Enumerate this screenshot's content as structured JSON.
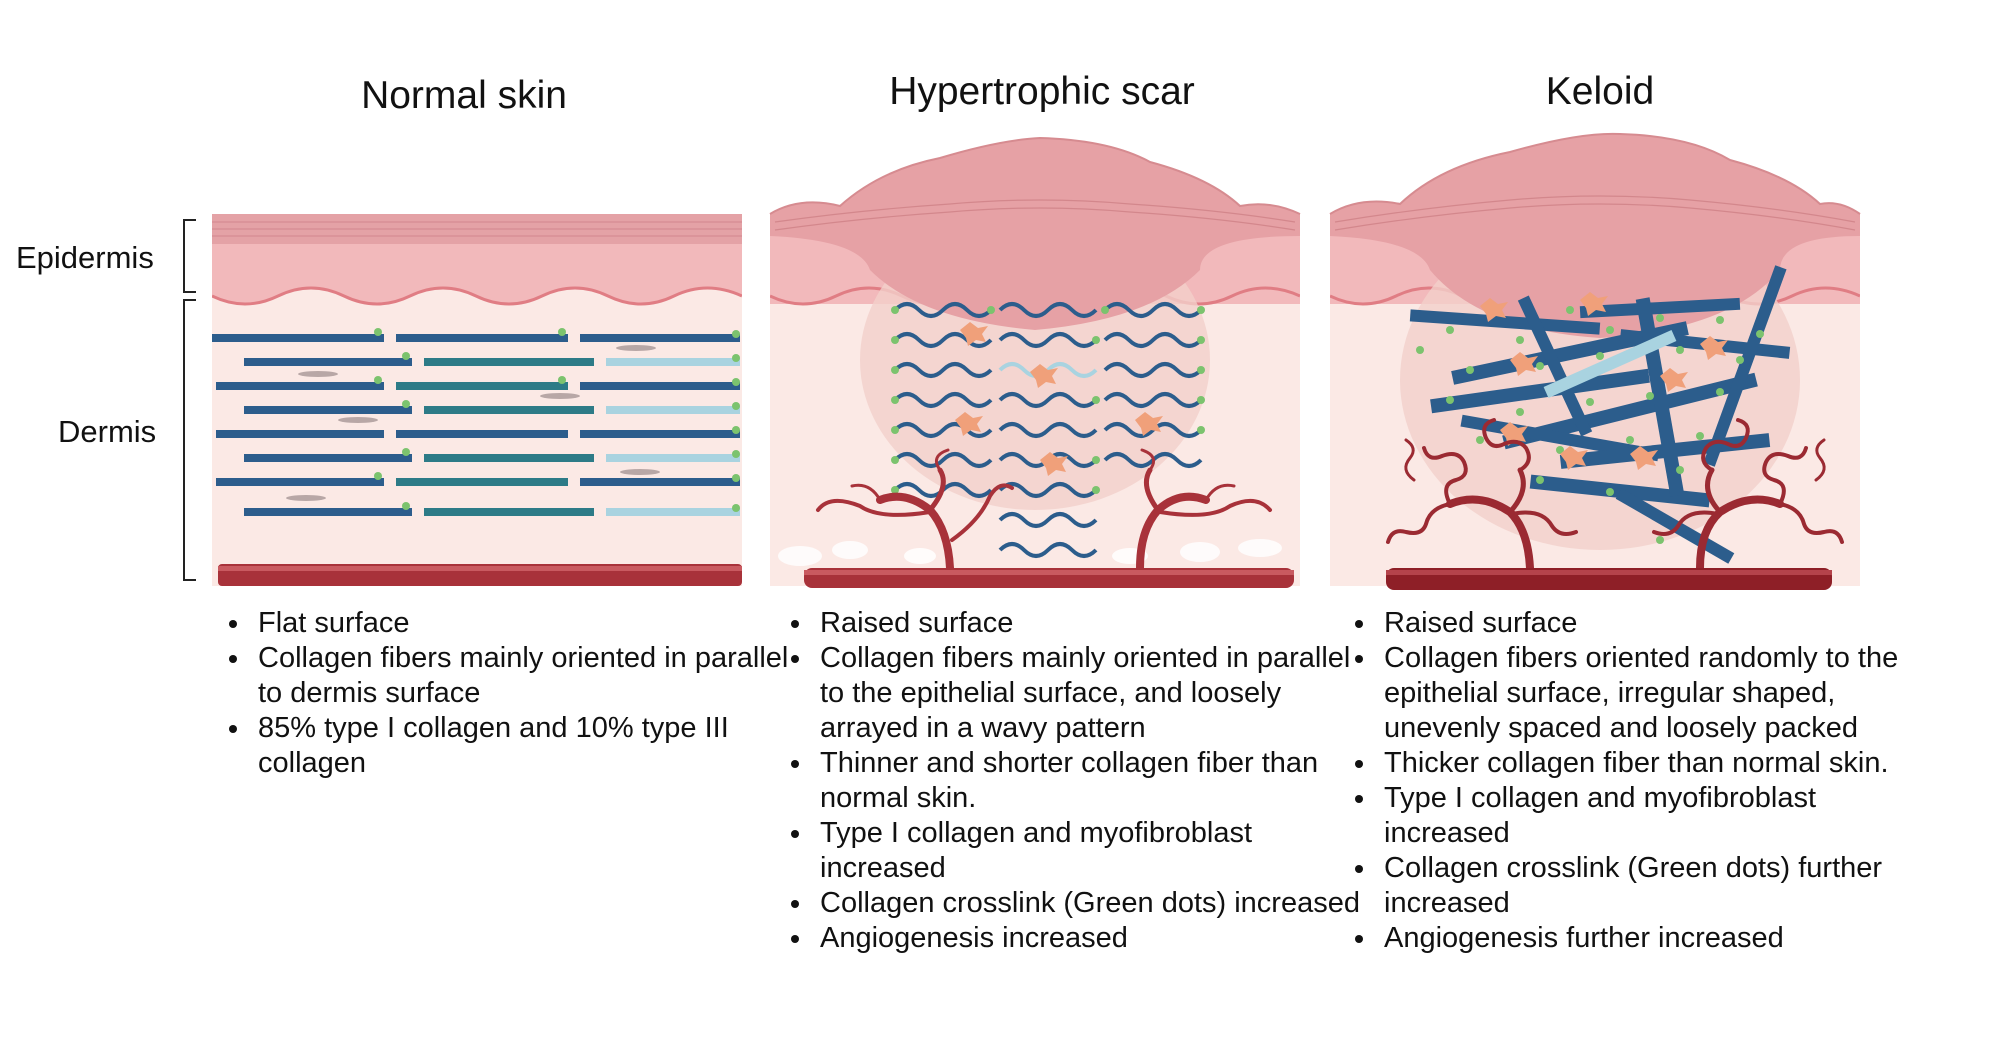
{
  "titles": {
    "normal": "Normal skin",
    "hypertrophic": "Hypertrophic scar",
    "keloid": "Keloid"
  },
  "layers": {
    "epidermis": "Epidermis",
    "dermis": "Dermis"
  },
  "notes": {
    "normal": [
      "Flat surface",
      "Collagen fibers mainly oriented in parallel to dermis surface",
      "85% type I collagen and 10% type III collagen"
    ],
    "hypertrophic": [
      "Raised surface",
      "Collagen fibers mainly oriented in parallel to the epithelial surface, and loosely arrayed in a wavy pattern",
      "Thinner and shorter collagen fiber than normal skin.",
      "Type I collagen and myofibroblast increased",
      "Collagen crosslink (Green dots) increased",
      "Angiogenesis increased"
    ],
    "keloid": [
      "Raised surface",
      "Collagen fibers oriented randomly to the epithelial surface, irregular shaped,  unevenly spaced and loosely packed",
      "Thicker collagen fiber than normal skin.",
      "Type I collagen and myofibroblast increased",
      "Collagen crosslink (Green dots) further increased",
      "Angiogenesis further increased"
    ]
  },
  "colors": {
    "epidermis": "#f2b9bb",
    "epidermis_top": "#e29a9e",
    "dermis": "#fbe9e5",
    "collagen_dark": "#2c5d8c",
    "collagen_teal": "#2d7b87",
    "collagen_light": "#a9d3e0",
    "crosslink": "#7cc36e",
    "vessel": "#a8323a",
    "myofibroblast": "#f0a07a"
  }
}
